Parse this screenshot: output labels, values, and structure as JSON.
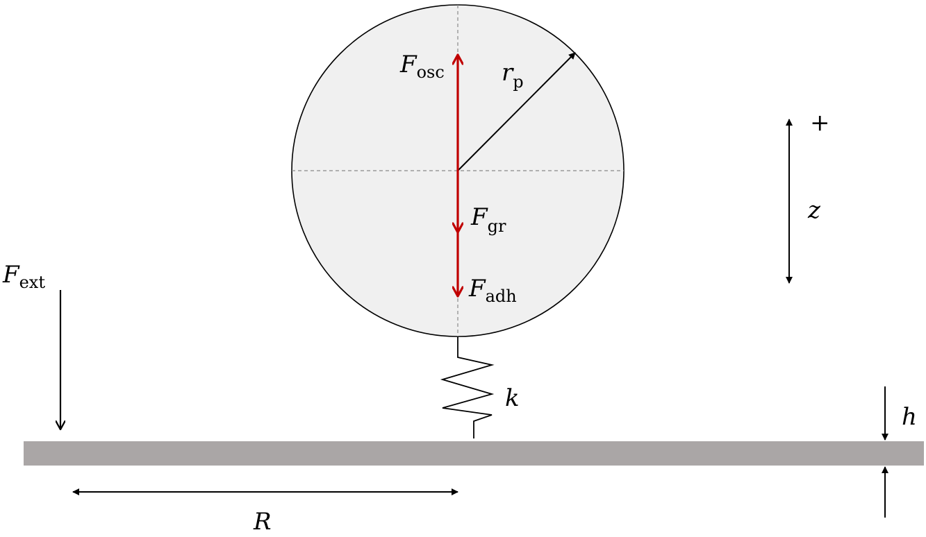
{
  "labels": {
    "f_osc": {
      "main": "F",
      "sub": "osc"
    },
    "r_p": {
      "main": "r",
      "sub": "p"
    },
    "f_gr": {
      "main": "F",
      "sub": "gr"
    },
    "f_adh": {
      "main": "F",
      "sub": "adh"
    },
    "f_ext": {
      "main": "F",
      "sub": "ext"
    },
    "k": "k",
    "h": "h",
    "z": "z",
    "plus": "+",
    "R": "R"
  },
  "colors": {
    "particle_fill": "#f0f0f0",
    "force_arrow": "#c00000",
    "substrate": "#aaa6a6",
    "line": "#000000",
    "dashed": "#888888"
  }
}
